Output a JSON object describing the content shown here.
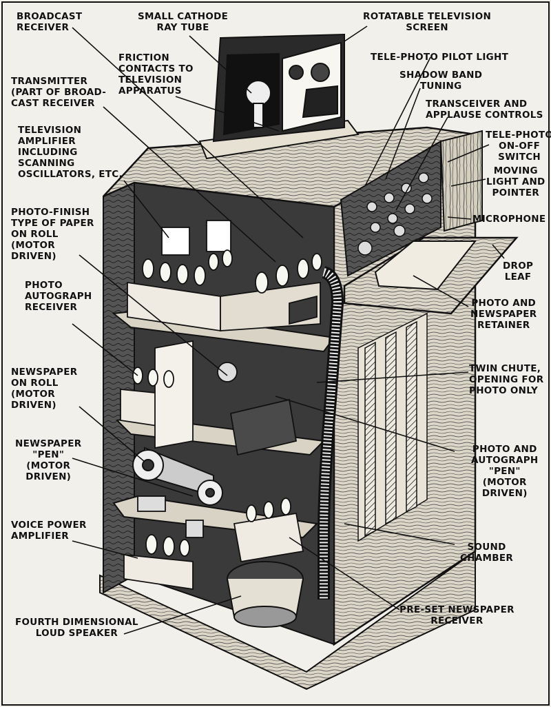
{
  "colors": {
    "paper": "#f2f0ea",
    "ink": "#111111",
    "wood": "#d8d2c4",
    "shadow": "#2a2a2a"
  },
  "labels": {
    "broadcast_receiver": [
      "BROADCAST",
      "RECEIVER"
    ],
    "small_crt": [
      "SMALL CATHODE",
      "RAY TUBE"
    ],
    "rotatable_screen": [
      "ROTATABLE TELEVISION",
      "SCREEN"
    ],
    "friction_contacts": [
      "FRICTION",
      "CONTACTS TO",
      "TELEVISION",
      "APPARATUS"
    ],
    "telephoto_pilot": [
      "TELE-PHOTO PILOT LIGHT"
    ],
    "transmitter": [
      "TRANSMITTER",
      "(PART OF BROAD-",
      "CAST RECEIVER"
    ],
    "shadow_band": [
      "SHADOW BAND",
      "TUNING"
    ],
    "transceiver": [
      "TRANSCEIVER AND",
      "APPLAUSE CONTROLS"
    ],
    "tv_amplifier": [
      "TELEVISION",
      "AMPLIFIER",
      "INCLUDING",
      "SCANNING",
      "OSCILLATORS, ETC."
    ],
    "telephoto_switch": [
      "TELE-PHOTO",
      "ON-OFF",
      "SWITCH"
    ],
    "moving_light": [
      "MOVING",
      "LIGHT AND",
      "POINTER"
    ],
    "photo_finish": [
      "PHOTO-FINISH",
      "TYPE OF PAPER",
      "ON ROLL",
      "(MOTOR",
      "DRIVEN)"
    ],
    "microphone": [
      "MICROPHONE"
    ],
    "drop_leaf": [
      "DROP",
      "LEAF"
    ],
    "photo_autograph_receiver": [
      "PHOTO",
      "AUTOGRAPH",
      "RECEIVER"
    ],
    "photo_newspaper_retainer": [
      "PHOTO AND",
      "NEWSPAPER",
      "RETAINER"
    ],
    "newspaper_roll": [
      "NEWSPAPER",
      "ON ROLL",
      "(MOTOR",
      "DRIVEN)"
    ],
    "twin_chute": [
      "TWIN CHUTE,",
      "OPENING FOR",
      "PHOTO ONLY"
    ],
    "newspaper_pen": [
      "NEWSPAPER",
      "\"PEN\"",
      "(MOTOR",
      "DRIVEN)"
    ],
    "photo_autograph_pen": [
      "PHOTO AND",
      "AUTOGRAPH",
      "\"PEN\"",
      "(MOTOR",
      "DRIVEN)"
    ],
    "voice_amplifier": [
      "VOICE POWER",
      "AMPLIFIER"
    ],
    "sound_chamber": [
      "SOUND",
      "CHAMBER"
    ],
    "fourth_speaker": [
      "FOURTH DIMENSIONAL",
      "LOUD SPEAKER"
    ],
    "preset_newspaper": [
      "PRE-SET NEWSPAPER",
      "RECEIVER"
    ]
  }
}
